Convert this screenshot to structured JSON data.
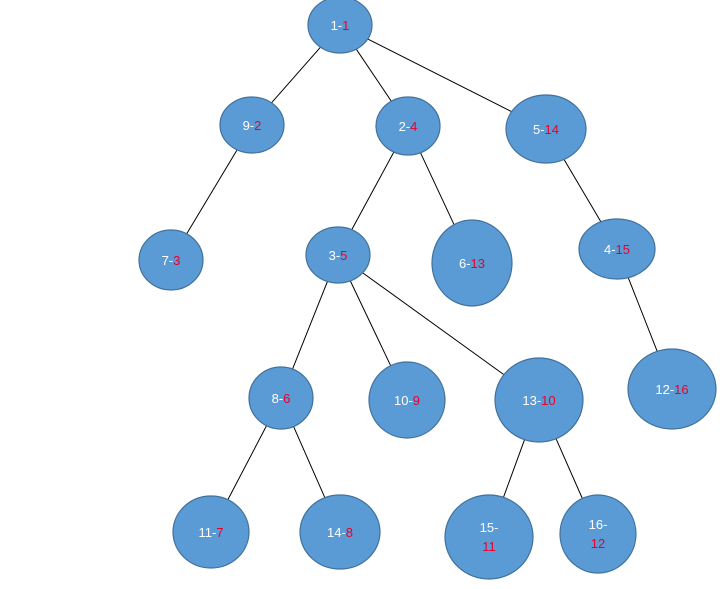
{
  "colors": {
    "node_fill": "#5b9bd5",
    "node_stroke": "#41719c",
    "edge": "#000000",
    "id_text": "#ffffff",
    "order_text": "#e8002a"
  },
  "nodes": [
    {
      "key": "n1",
      "id": "1",
      "sep": "-",
      "order": "1"
    },
    {
      "key": "n9",
      "id": "9",
      "sep": "-",
      "order": "2"
    },
    {
      "key": "n2",
      "id": "2",
      "sep": "-",
      "order": "4"
    },
    {
      "key": "n5",
      "id": "5",
      "sep": "-",
      "order": "14"
    },
    {
      "key": "n7",
      "id": "7",
      "sep": "-",
      "order": "3"
    },
    {
      "key": "n3",
      "id": "3",
      "sep": "-",
      "order": "5"
    },
    {
      "key": "n6",
      "id": "6",
      "sep": "-",
      "order": "13"
    },
    {
      "key": "n4",
      "id": "4",
      "sep": "-",
      "order": "15"
    },
    {
      "key": "n8",
      "id": "8",
      "sep": "-",
      "order": "6"
    },
    {
      "key": "n10",
      "id": "10",
      "sep": "-",
      "order": "9"
    },
    {
      "key": "n13",
      "id": "13",
      "sep": "-",
      "order": "10"
    },
    {
      "key": "n12",
      "id": "12",
      "sep": "-",
      "order": "16"
    },
    {
      "key": "n11",
      "id": "11",
      "sep": "-",
      "order": "7"
    },
    {
      "key": "n14",
      "id": "14",
      "sep": "-",
      "order": "8"
    },
    {
      "key": "n15",
      "id": "15",
      "sep": "-",
      "order": "11"
    },
    {
      "key": "n16",
      "id": "16",
      "sep": "-",
      "order": "12"
    }
  ],
  "edges": [
    {
      "from": "n1",
      "to": "n9"
    },
    {
      "from": "n1",
      "to": "n2"
    },
    {
      "from": "n1",
      "to": "n5"
    },
    {
      "from": "n9",
      "to": "n7"
    },
    {
      "from": "n2",
      "to": "n3"
    },
    {
      "from": "n2",
      "to": "n6"
    },
    {
      "from": "n5",
      "to": "n4"
    },
    {
      "from": "n4",
      "to": "n12"
    },
    {
      "from": "n3",
      "to": "n8"
    },
    {
      "from": "n3",
      "to": "n10"
    },
    {
      "from": "n3",
      "to": "n13"
    },
    {
      "from": "n8",
      "to": "n11"
    },
    {
      "from": "n8",
      "to": "n14"
    },
    {
      "from": "n13",
      "to": "n15"
    },
    {
      "from": "n13",
      "to": "n16"
    }
  ]
}
